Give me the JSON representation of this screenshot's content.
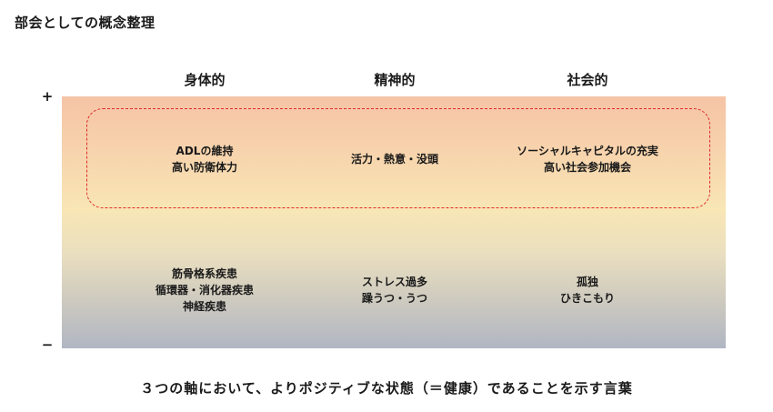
{
  "title": "部会としての概念整理",
  "columns": [
    "身体的",
    "精神的",
    "社会的"
  ],
  "axis": {
    "plus": "+",
    "minus": "−"
  },
  "positive_row": [
    [
      "ADLの維持",
      "高い防衛体力"
    ],
    [
      "活力・熱意・没頭"
    ],
    [
      "ソーシャルキャピタルの充実",
      "高い社会参加機会"
    ]
  ],
  "negative_row": [
    [
      "筋骨格系疾患",
      "循環器・消化器疾患",
      "神経疾患"
    ],
    [
      "ストレス過多",
      "躁うつ・うつ"
    ],
    [
      "孤独",
      "ひきこもり"
    ]
  ],
  "footer": "３つの軸において、よりポジティブな状態（＝健康）であることを示す言葉",
  "colors": {
    "gradient_top": "#f5c4a6",
    "gradient_mid": "#f8e6b5",
    "gradient_bottom": "#b0b6c2",
    "dashed_border": "#e02a2a"
  }
}
